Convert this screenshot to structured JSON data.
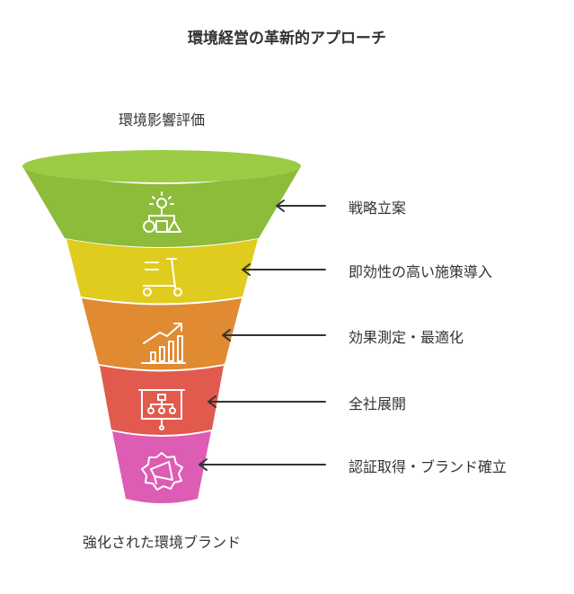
{
  "title": "環境経営の革新的アプローチ",
  "top_label": "環境影響評価",
  "bottom_label": "強化された環境ブランド",
  "stages": [
    {
      "label": "戦略立案",
      "color": "#8dbb3a",
      "icon": "idea-hierarchy-icon"
    },
    {
      "label": "即効性の高い施策導入",
      "color": "#e0cc1e",
      "icon": "scooter-icon"
    },
    {
      "label": "効果測定・最適化",
      "color": "#e08a32",
      "icon": "growth-chart-icon"
    },
    {
      "label": "全社展開",
      "color": "#e25a4d",
      "icon": "presentation-org-chart-icon"
    },
    {
      "label": "認証取得・ブランド確立",
      "color": "#dd5cb4",
      "icon": "megaphone-badge-icon"
    }
  ],
  "arrow_color": "#333333"
}
